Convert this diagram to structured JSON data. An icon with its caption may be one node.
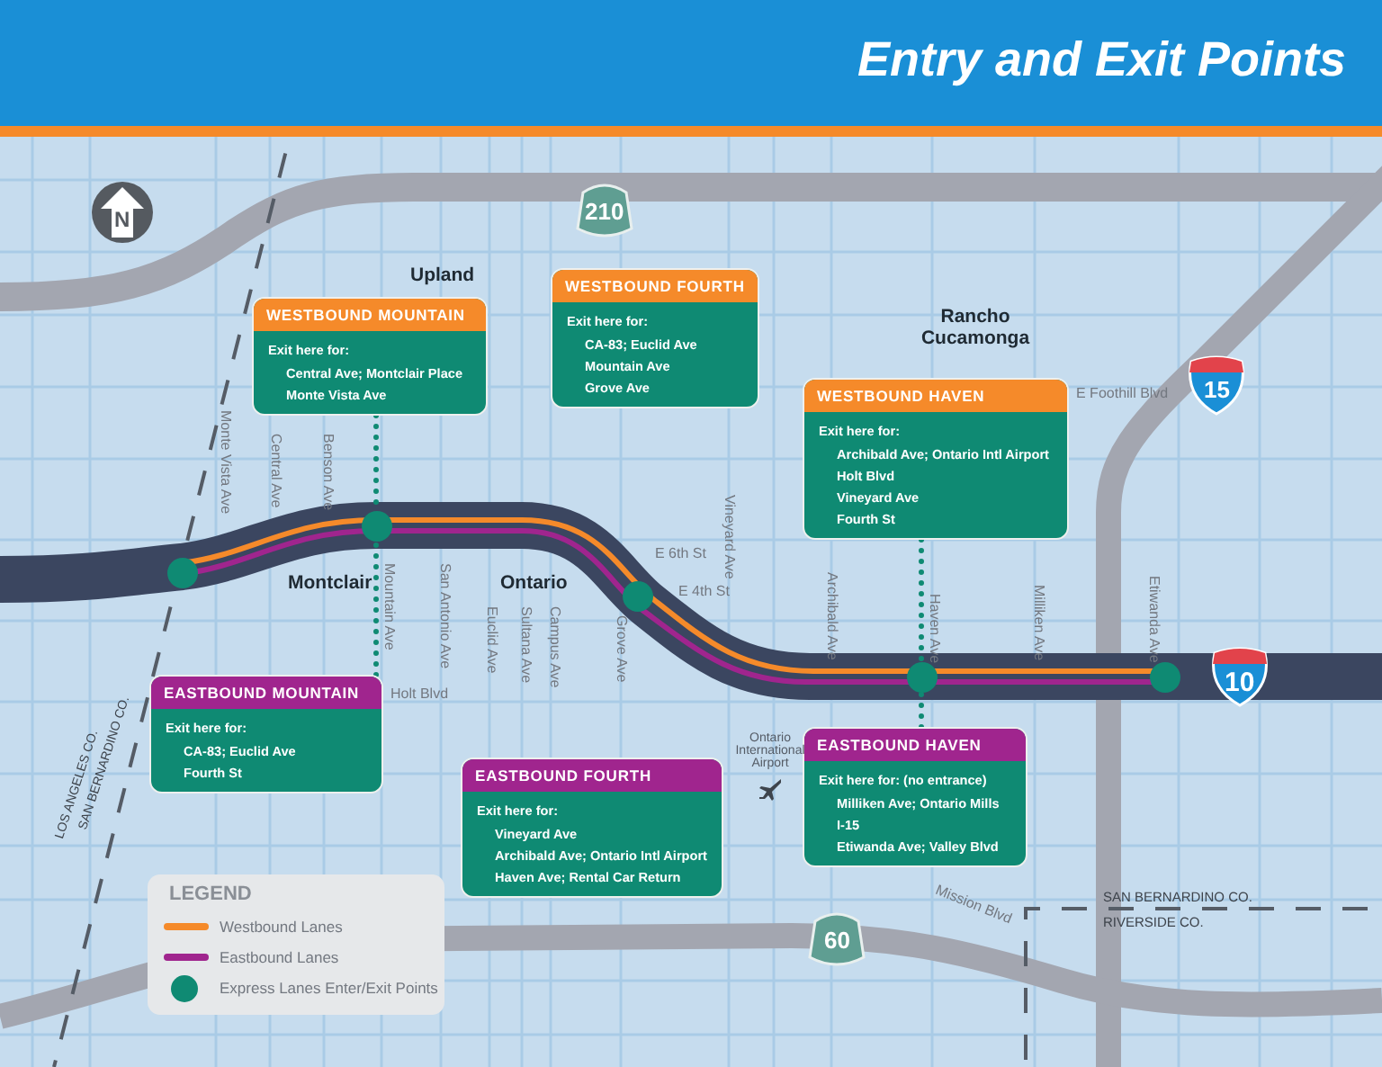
{
  "diagram": {
    "title": "Entry and Exit Points",
    "nodes": [
      {
        "text": [
          "WESTBOUND MOUNTAIN",
          "Exit here for:",
          "Central Ave; Montclair Place",
          "Monte Vista Ave"
        ]
      },
      {
        "text": [
          "WESTBOUND FOURTH",
          "Exit here for:",
          "CA-83; Euclid Ave",
          "Mountain Ave",
          "Grove Ave"
        ]
      },
      {
        "text": [
          "WESTBOUND HAVEN",
          "Exit here for:",
          "Archibald Ave; Ontario Intl Airport",
          "Holt Blvd",
          "Vineyard Ave",
          "Fourth St"
        ]
      },
      {
        "text": [],
        "shape": "circle"
      },
      {
        "text": [],
        "shape": "circle"
      },
      {
        "text": [],
        "shape": "circle"
      },
      {
        "text": [],
        "shape": "circle"
      },
      {
        "text": [],
        "shape": "circle"
      },
      {
        "text": [
          "EASTBOUND MOUNTAIN",
          "Exit here for:",
          "CA-83; Euclid Ave",
          "Fourth St"
        ]
      },
      {
        "text": [
          "EASTBOUND FOURTH",
          "Exit here for:",
          "Vineyard Ave",
          "Archibald Ave; Ontario Intl Airport",
          "Haven Ave; Rental Car Return"
        ]
      },
      {
        "text": [
          "EASTBOUND HAVEN",
          "Exit here for: (no entrance)",
          "Milliken Ave; Ontario Mills",
          "I-15",
          "Etiwanda Ave; Valley Blvd"
        ]
      }
    ],
    "edges": [
      {
        "from": 0,
        "to": 4,
        "arrow": "none",
        "style": "dashed"
      },
      {
        "from": 8,
        "to": 4,
        "arrow": "none",
        "style": "dashed"
      },
      {
        "from": 2,
        "to": 6,
        "arrow": "none",
        "style": "dashed"
      },
      {
        "from": 10,
        "to": 6,
        "arrow": "none",
        "style": "dashed"
      }
    ],
    "labels": [
      "N",
      "210",
      "Upland",
      "Rancho Cucamonga",
      "E Foothill Blvd",
      "15",
      "Monte Vista Ave",
      "Central Ave",
      "Benson Ave",
      "Vineyard Ave",
      "E 6th St",
      "Montclair",
      "Mountain Ave",
      "San Antonio Ave",
      "Ontario",
      "Euclid Ave",
      "Sultana Ave",
      "Campus Ave",
      "Grove Ave",
      "E 4th St",
      "Archibald Ave",
      "Haven Ave",
      "Milliken Ave",
      "Etiwanda Ave",
      "10",
      "Holt Blvd",
      "Ontario International Airport",
      "LOS ANGELES CO.",
      "SAN BERNARDINO CO.",
      "LEGEND",
      "Mission Blvd",
      "SAN BERNARDINO CO.",
      "RIVERSIDE CO.",
      "60"
    ],
    "legend": [
      {
        "text": "Westbound Lanes"
      },
      {
        "text": "Eastbound Lanes"
      },
      {
        "text": "Express Lanes Enter/Exit Points"
      }
    ]
  }
}
